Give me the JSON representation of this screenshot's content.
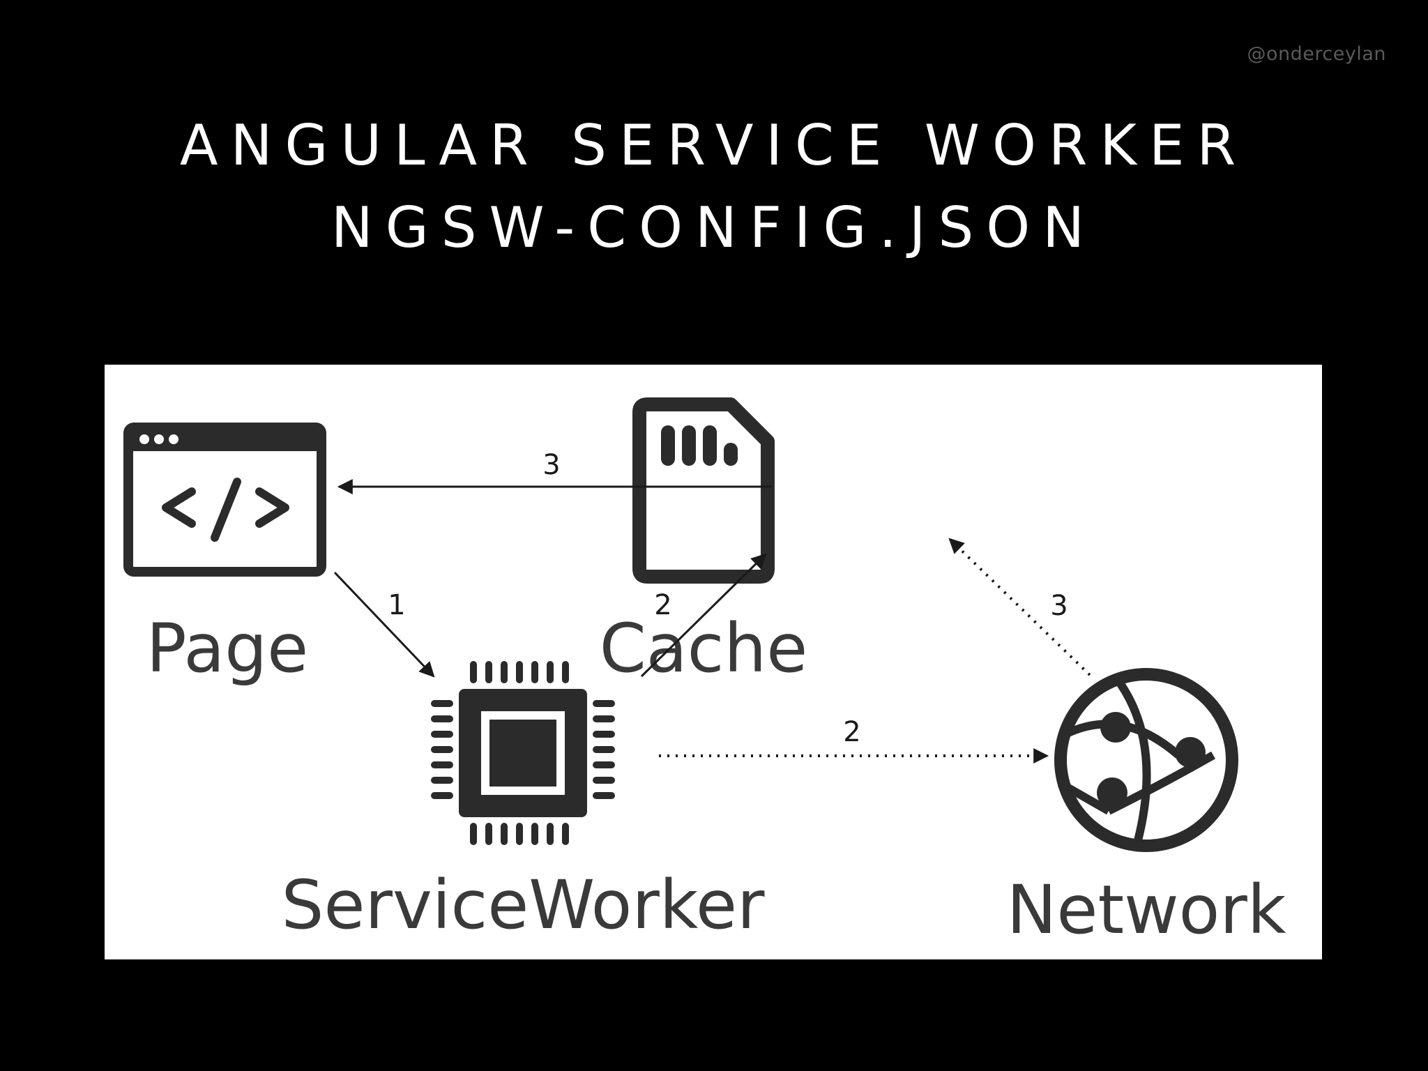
{
  "watermark": "@onderceylan",
  "title": {
    "line1": "ANGULAR SERVICE WORKER",
    "line2": "NGSW-CONFIG.JSON"
  },
  "diagram": {
    "nodes": {
      "page": {
        "label": "Page",
        "icon": "browser-code-icon"
      },
      "service_worker": {
        "label": "ServiceWorker",
        "icon": "cpu-chip-icon"
      },
      "cache": {
        "label": "Cache",
        "icon": "sd-card-icon"
      },
      "network": {
        "label": "Network",
        "icon": "globe-network-icon"
      }
    },
    "edges": {
      "page_to_sw": "1",
      "sw_to_cache": "2",
      "sw_to_network": "2",
      "cache_to_page": "3",
      "network_to_cache": "3"
    }
  },
  "colors": {
    "background": "#000000",
    "panel": "#ffffff",
    "icon": "#2b2b2b",
    "label": "#3a3a3a",
    "title": "#ffffff",
    "watermark": "#5a5a5a"
  }
}
